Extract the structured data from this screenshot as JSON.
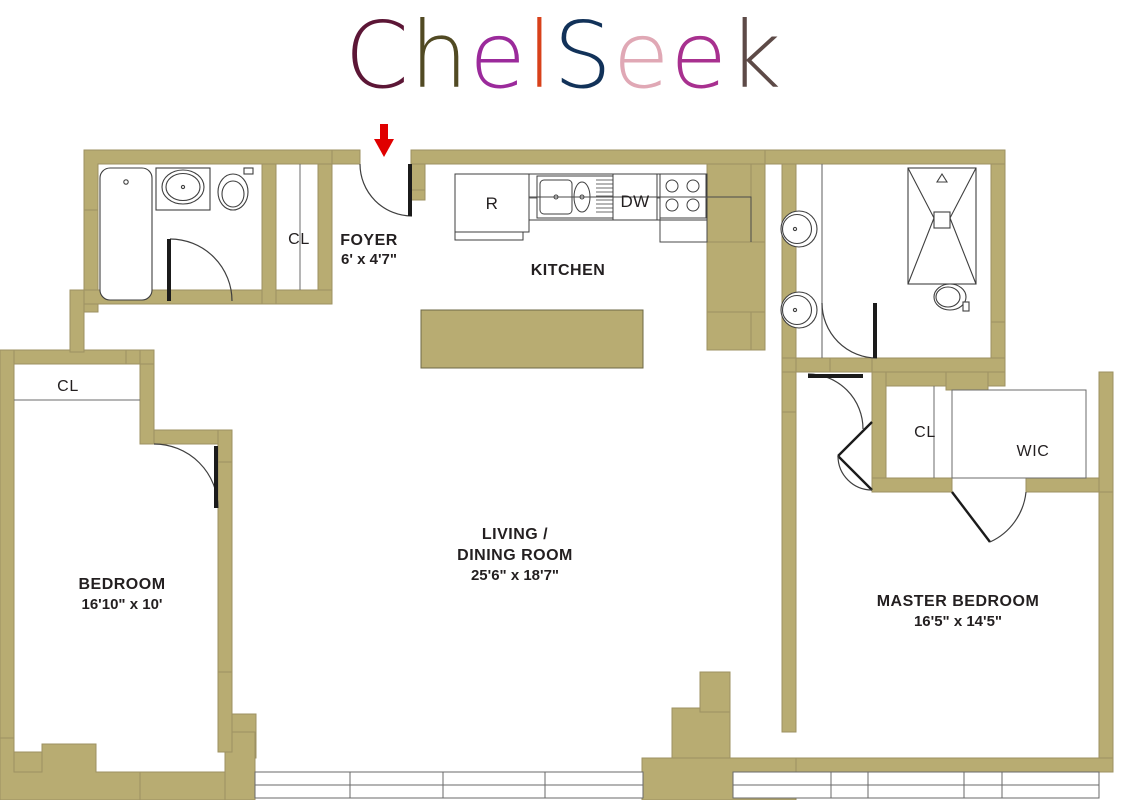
{
  "logo": {
    "name": "Chelseek",
    "letters": [
      {
        "char": "C",
        "color": "#5c1636"
      },
      {
        "char": "h",
        "color": "#514a23"
      },
      {
        "char": "e",
        "color": "#9b2a9b"
      },
      {
        "char": "l",
        "color": "#d8411a"
      },
      {
        "char": "S",
        "color": "#123259"
      },
      {
        "char": "e",
        "color": "#e0a8b5"
      },
      {
        "char": "e",
        "color": "#a8308f"
      },
      {
        "char": "k",
        "color": "#5d4a47"
      }
    ]
  },
  "colors": {
    "wall": "#b8ac72",
    "wall_stroke": "#9d9162",
    "line": "#231f20",
    "fixture_line": "#4a4a4a",
    "arrow": "#e00000",
    "floor": "#ffffff",
    "text": "#231f20"
  },
  "plan": {
    "title": "Apartment Floor Plan",
    "entry_marker": "entrance-arrow",
    "rooms": [
      {
        "id": "foyer",
        "name": "FOYER",
        "dimensions": "6' x 4'7\""
      },
      {
        "id": "kitchen",
        "name": "KITCHEN",
        "dimensions": ""
      },
      {
        "id": "living",
        "name": "LIVING /",
        "name2": "DINING ROOM",
        "dimensions": "25'6\" x 18'7\""
      },
      {
        "id": "bedroom",
        "name": "BEDROOM",
        "dimensions": "16'10\" x 10'"
      },
      {
        "id": "master",
        "name": "MASTER BEDROOM",
        "dimensions": "16'5\" x 14'5\""
      }
    ],
    "closets": [
      {
        "id": "foyer-closet",
        "label": "CL"
      },
      {
        "id": "bedroom-closet",
        "label": "CL"
      },
      {
        "id": "master-closet",
        "label": "CL"
      },
      {
        "id": "walk-in-closet",
        "label": "WIC"
      }
    ],
    "appliances": [
      {
        "id": "refrigerator",
        "label": "R"
      },
      {
        "id": "dishwasher",
        "label": "DW"
      }
    ],
    "fixtures": [
      {
        "id": "bathtub",
        "label": "bathtub"
      },
      {
        "id": "bath-sink",
        "label": "sink"
      },
      {
        "id": "toilet",
        "label": "toilet"
      },
      {
        "id": "kitchen-sink",
        "label": "kitchen-sink"
      },
      {
        "id": "cooktop",
        "label": "cooktop"
      },
      {
        "id": "master-sink-1",
        "label": "sink"
      },
      {
        "id": "master-sink-2",
        "label": "sink"
      },
      {
        "id": "shower",
        "label": "shower"
      },
      {
        "id": "master-toilet",
        "label": "toilet"
      }
    ]
  }
}
